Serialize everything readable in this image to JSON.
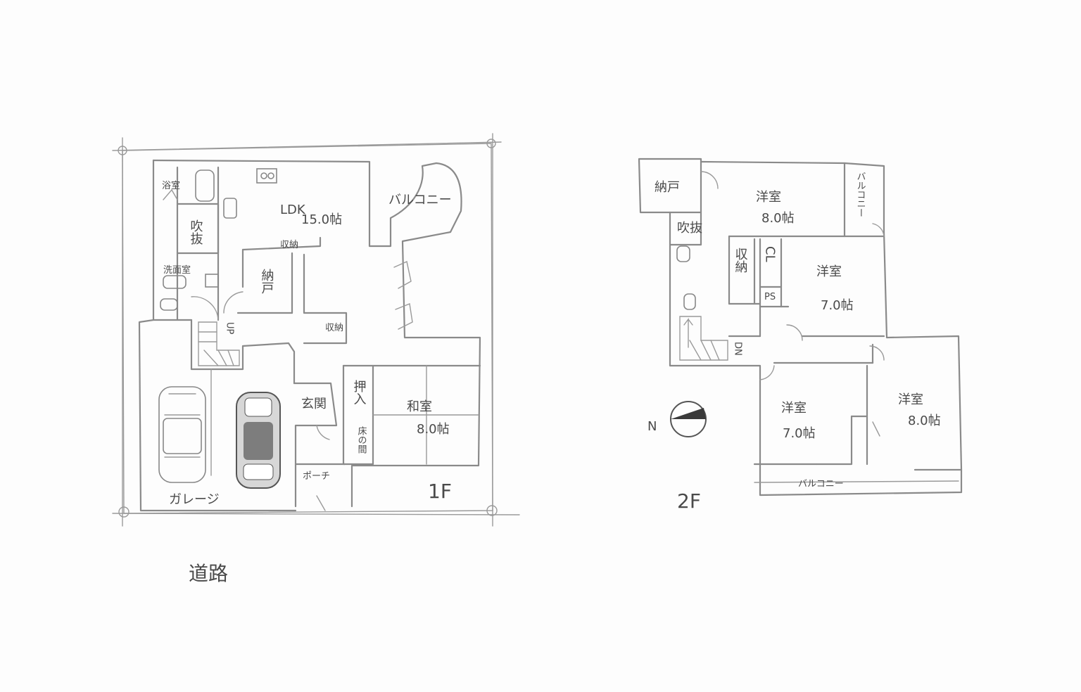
{
  "floor1": {
    "bath": "浴室",
    "void": "吹抜",
    "washroom": "洗面室",
    "ldk": "LDK",
    "ldk_size": "15.0帖",
    "storage_top": "収納",
    "closet": "納戸",
    "storage_small": "収納",
    "balcony": "バルコニー",
    "up": "UP",
    "entrance": "玄関",
    "oshiire": "押入",
    "tokonoma": "床の間",
    "washitsu": "和室",
    "washitsu_size": "8.0帖",
    "porch": "ポーチ",
    "garage": "ガレージ",
    "floor_label": "1F"
  },
  "floor2": {
    "closet": "納戸",
    "void": "吹抜",
    "room_a": "洋室",
    "room_a_size": "8.0帖",
    "balcony_side": "バルコニー",
    "storage": "収納",
    "cl": "CL",
    "ps": "PS",
    "room_b": "洋室",
    "room_b_size": "7.0帖",
    "dn": "DN",
    "room_c": "洋室",
    "room_c_size": "7.0帖",
    "room_d": "洋室",
    "room_d_size": "8.0帖",
    "balcony_bottom": "バルコニー",
    "floor_label": "2F",
    "north": "N"
  },
  "road": "道路",
  "icons": [
    "car-icon",
    "compass-icon",
    "stair-arrow-icon"
  ]
}
